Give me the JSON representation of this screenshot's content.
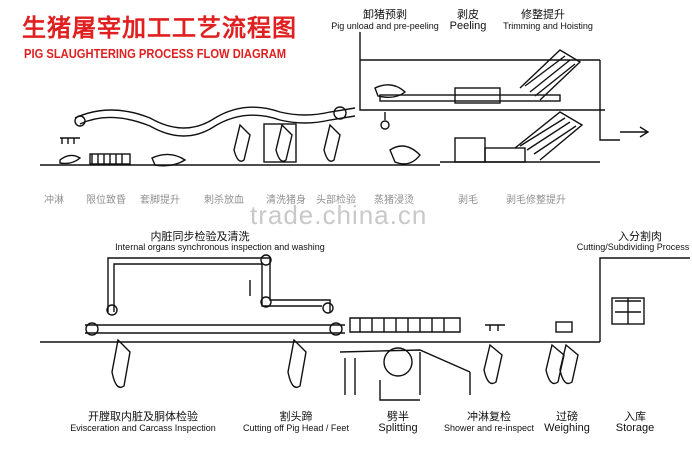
{
  "title_cn": "生猪屠宰加工工艺流程图",
  "title_en": "PIG SLAUGHTERING PROCESS FLOW DIAGRAM",
  "watermark": "trade.china.cn",
  "top_steps": [
    {
      "cn": "卸猪预剥",
      "en": "Pig unload and pre-peeling"
    },
    {
      "cn": "剥皮",
      "en": "Peeling"
    },
    {
      "cn": "修整提升",
      "en": "Trimming and Hoisting"
    }
  ],
  "row1_labels": [
    "冲淋",
    "限位致昏",
    "套脚提升",
    "刺杀放血",
    "清洗猪身",
    "头部检验",
    "蒸猪浸烫",
    "剥毛",
    "剥毛修整提升"
  ],
  "mid_steps": [
    {
      "cn": "内脏同步检验及清洗",
      "en": "Internal organs synchronous inspection and washing"
    },
    {
      "cn": "入分割肉",
      "en": "Cutting/Subdividing Process"
    }
  ],
  "bottom_steps": [
    {
      "cn": "开膛取内脏及胴体检验",
      "en": "Evisceration and Carcass Inspection"
    },
    {
      "cn": "割头蹄",
      "en": "Cutting off Pig Head / Feet"
    },
    {
      "cn": "劈半",
      "en": "Splitting"
    },
    {
      "cn": "冲淋复检",
      "en": "Shower and re-inspect"
    },
    {
      "cn": "过磅",
      "en": "Weighing"
    },
    {
      "cn": "入库",
      "en": "Storage"
    }
  ]
}
